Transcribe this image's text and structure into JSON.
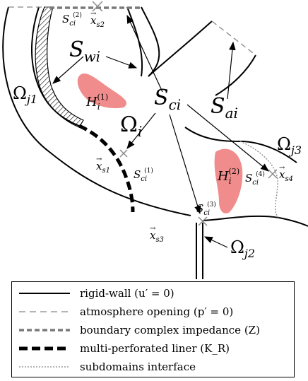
{
  "labels": {
    "S_wi": {
      "main": "S",
      "sub": "wi"
    },
    "S_ci": {
      "main": "S",
      "sub": "ci"
    },
    "S_ai": {
      "main": "S",
      "sub": "ai"
    },
    "Omega_i": {
      "main": "Ω",
      "sub": "i"
    },
    "Omega_j1": {
      "main": "Ω",
      "sub": "j1"
    },
    "Omega_j2": {
      "main": "Ω",
      "sub": "j2"
    },
    "Omega_j3": {
      "main": "Ω",
      "sub": "j3"
    },
    "H_i1": {
      "main": "H",
      "sub": "i",
      "sup": "(1)"
    },
    "H_i2": {
      "main": "H",
      "sub": "i",
      "sup": "(2)"
    },
    "S_ci1": {
      "main": "S",
      "sub": "ci",
      "sup": "(1)"
    },
    "S_ci2": {
      "main": "S",
      "sub": "ci",
      "sup": "(2)"
    },
    "S_ci3": {
      "main": "S",
      "sub": "ci",
      "sup": "(3)"
    },
    "S_ci4": {
      "main": "S",
      "sub": "ci",
      "sup": "(4)"
    },
    "x_s1": {
      "main": "x",
      "sub": "s1"
    },
    "x_s2": {
      "main": "x",
      "sub": "s2"
    },
    "x_s3": {
      "main": "x",
      "sub": "s3"
    },
    "x_s4": {
      "main": "x",
      "sub": "s4"
    }
  },
  "legend": [
    {
      "style": "rigid-wall",
      "text": "rigid-wall (u′ = 0)"
    },
    {
      "style": "atmosphere-opening",
      "text": "atmosphere opening (p′ = 0)"
    },
    {
      "style": "complex-impedance",
      "text": "boundary complex impedance (Z)"
    },
    {
      "style": "perforated-liner",
      "text": "multi-perforated liner (K_R)"
    },
    {
      "style": "subdomain-interface",
      "text": "subdomains interface"
    }
  ],
  "colors": {
    "line": "#000000",
    "atmosphere": "#888888",
    "impedance": "#7a7a7a",
    "interface": "#888888",
    "heat_region": "#f08c8c",
    "source_marker": "#8a8a8a"
  }
}
